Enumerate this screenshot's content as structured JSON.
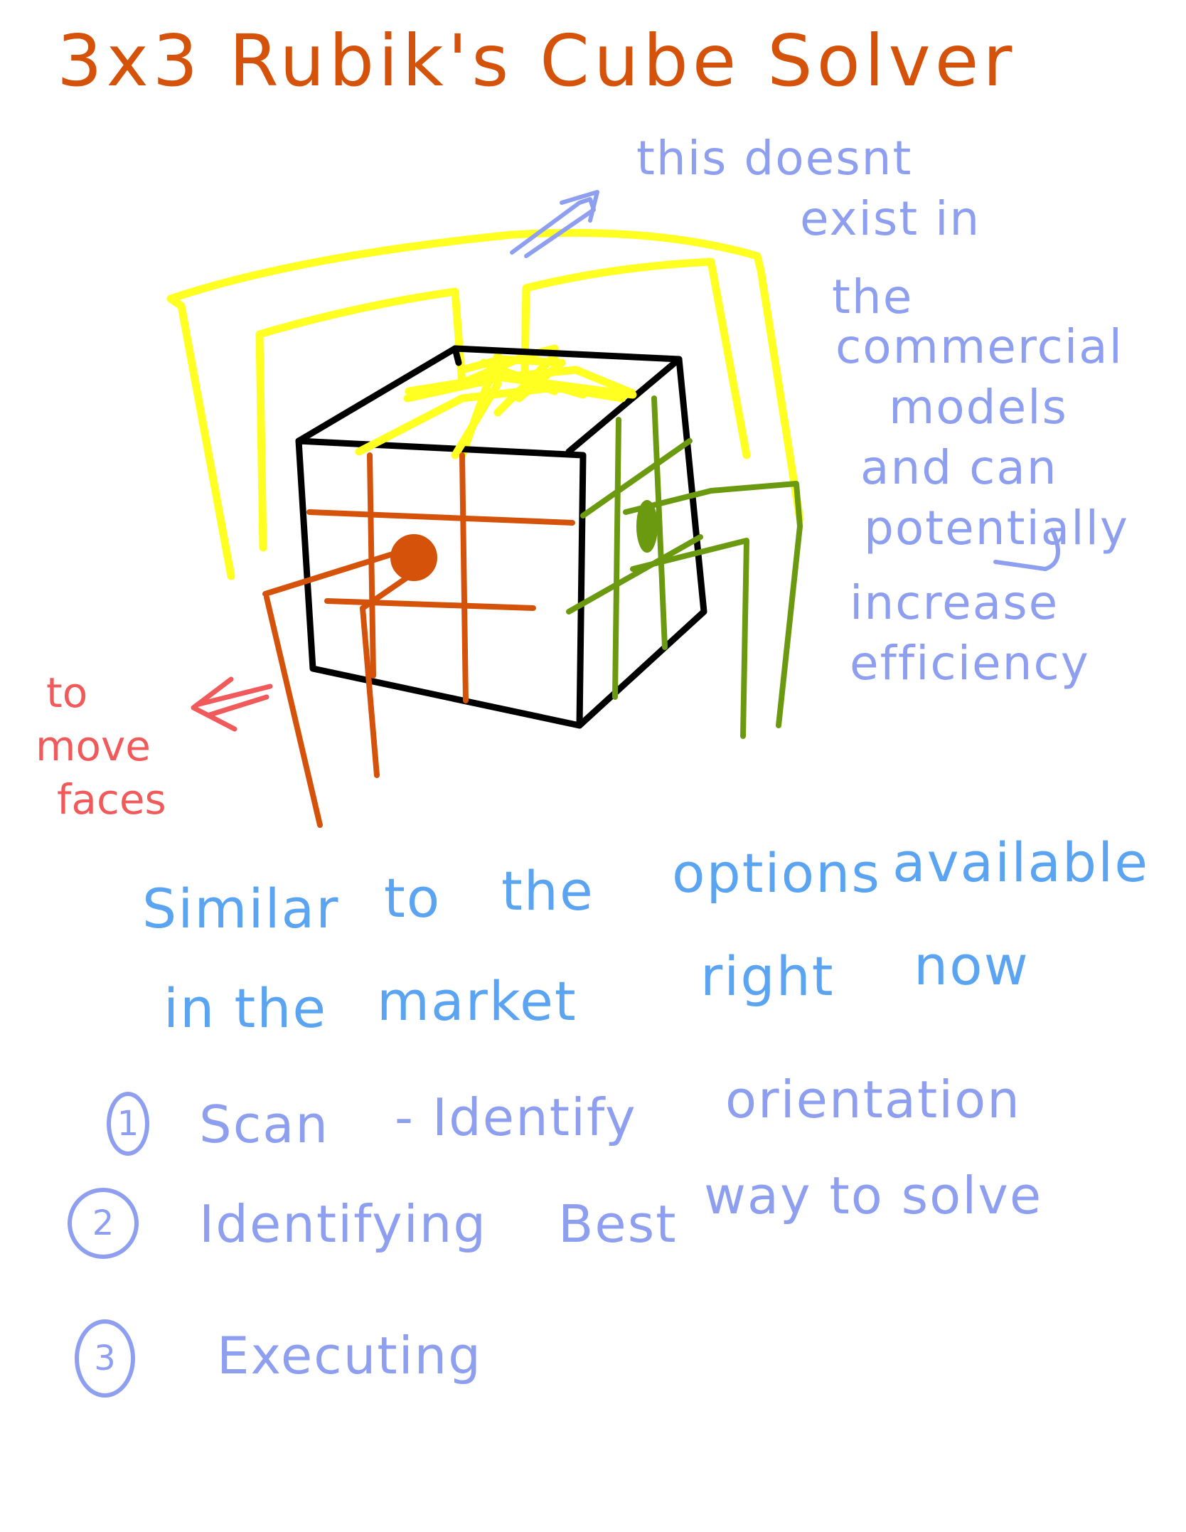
{
  "title": "3x3 Rubik's Cube Solver",
  "annotations": {
    "commercial_note": [
      "this doesnt",
      "exist in",
      "the",
      "commercial",
      "models",
      "and can",
      "potentially",
      "increase",
      "efficiency"
    ],
    "move_faces_note": [
      "to",
      "move",
      "faces"
    ]
  },
  "description": {
    "line1": [
      "Similar",
      "to",
      "the",
      "options",
      "available"
    ],
    "line2": [
      "in the",
      "market",
      "right",
      "now"
    ]
  },
  "steps": [
    {
      "number": "1",
      "text": "Scan",
      "detail": "- Identify",
      "detail2": "orientation"
    },
    {
      "number": "2",
      "text": "Identifying",
      "detail": "Best",
      "detail2": "way to solve"
    },
    {
      "number": "3",
      "text": "Executing"
    }
  ],
  "colors": {
    "title": "#d4520a",
    "note": "#8e9ff0",
    "move_note": "#f05a5a",
    "paragraph": "#5aa4f2",
    "cube_outline": "#000000",
    "front_face": "#d4520a",
    "side_face": "#6b9a10",
    "top_frame": "#ffff22"
  }
}
